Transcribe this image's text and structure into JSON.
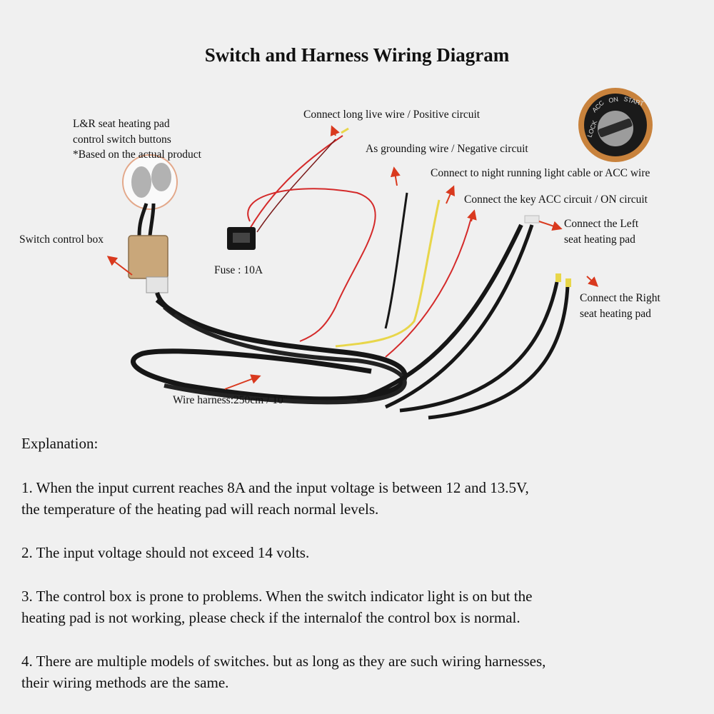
{
  "title": "Switch and Harness Wiring Diagram",
  "labels": {
    "switch_buttons": [
      "L&R seat heating pad",
      "control switch buttons",
      "*Based on the actual product"
    ],
    "switch_control_box": "Switch control box",
    "fuse": "Fuse : 10A",
    "wire_harness": "Wire harness:250cm / 10″",
    "long_live_wire": "Connect long live wire / Positive circuit",
    "grounding_wire": "As grounding wire / Negative circuit",
    "night_running_light": "Connect to night running light cable or ACC wire",
    "key_acc": "Connect the key ACC circuit / ON circuit",
    "left_pad": [
      "Connect the Left",
      "seat heating pad"
    ],
    "right_pad": [
      "Connect the Right",
      "seat heating pad"
    ]
  },
  "ignition_switch": {
    "positions": [
      "LOCK",
      "ACC",
      "ON",
      "START"
    ]
  },
  "colors": {
    "arrow": "#d9391e",
    "harness": "#161616",
    "red_wire": "#d42a2a",
    "yellow_wire": "#e8d64a",
    "control_box": "#c9a77a",
    "ignition_ring": "#c8823c"
  },
  "explanation": {
    "heading": "Explanation:",
    "notes": [
      [
        "1. When the input current reaches 8A and the input voltage is between 12 and 13.5V,",
        "the temperature of the heating pad will reach normal levels."
      ],
      [
        "2. The input voltage should not exceed 14 volts."
      ],
      [
        "3. The control box is prone to problems. When the switch indicator light is on but the",
        "heating pad is not working, please check if the internalof the control box is normal."
      ],
      [
        "4. There are multiple models of switches. but as long as they are such wiring harnesses,",
        "their wiring methods are the same."
      ]
    ]
  }
}
